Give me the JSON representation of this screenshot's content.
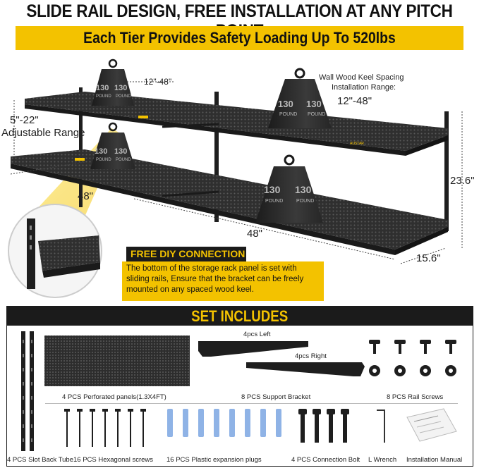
{
  "header": {
    "headline": "SLIDE RAIL DESIGN, FREE INSTALLATION AT ANY PITCH POINT",
    "banner": "Each Tier Provides Safety Loading Up To 520lbs"
  },
  "diagram": {
    "weight_number": "130",
    "weight_unit": "POUND",
    "brand_tag": "AUSTAR",
    "spacing_top": "12\"-48\"",
    "spacing_label_line1": "Wall Wood Keel Spacing",
    "spacing_label_line2": "Installation Range:",
    "spacing_value": "12\"-48\"",
    "adjust_value": "5\"-22\"",
    "adjust_label": "Adjustable Range",
    "length_left": "48\"",
    "length_front": "48\"",
    "height": "23.6\"",
    "depth": "15.6\""
  },
  "diy": {
    "title": "FREE DIY CONNECTION",
    "body": "The bottom of the storage rack panel is set with sliding rails, Ensure that the bracket can be freely mounted on any spaced wood keel."
  },
  "set_includes": {
    "title": "SET INCLUDES",
    "left_label": "4pcs Left",
    "right_label": "4pcs Right",
    "items": {
      "panels": "4 PCS Perforated panels(1.3X4FT)",
      "brackets": "8 PCS Support Bracket",
      "rail_screws": "8 PCS Rail Screws",
      "tubes": "4 PCS Slot Back Tube",
      "hex_screws": "16 PCS Hexagonal screws",
      "plugs": "16 PCS Plastic expansion plugs",
      "bolts": "4 PCS Connection Bolt",
      "wrench": "L Wrench",
      "manual": "Installation Manual"
    }
  },
  "colors": {
    "accent": "#f3c200",
    "dark": "#1b1b1b",
    "shelf": "#2b2b2b"
  }
}
